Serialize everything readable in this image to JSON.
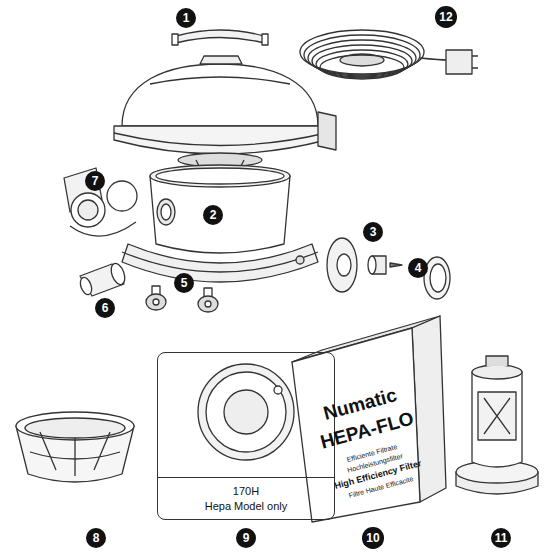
{
  "diagram": {
    "nodes": [
      {
        "text": [
          "1"
        ]
      },
      {
        "text": [
          "12"
        ]
      },
      {
        "text": [
          "7"
        ]
      },
      {
        "text": [
          "2"
        ]
      },
      {
        "text": [
          "3"
        ]
      },
      {
        "text": [
          "5"
        ]
      },
      {
        "text": [
          "4"
        ]
      },
      {
        "text": [
          "6"
        ]
      },
      {
        "text": [
          "170H",
          "Hepa Model only"
        ]
      },
      {
        "text": [
          "8"
        ]
      },
      {
        "text": [
          "9"
        ]
      },
      {
        "text": [
          "10"
        ]
      },
      {
        "text": [
          "11"
        ]
      }
    ],
    "labels": [
      "Numatic",
      "HEPA-FLO",
      "Efficiente Filtrate",
      "Hochleistungsfilter",
      "High Efficiency Filter",
      "Filtre Haute Efficacite"
    ]
  }
}
